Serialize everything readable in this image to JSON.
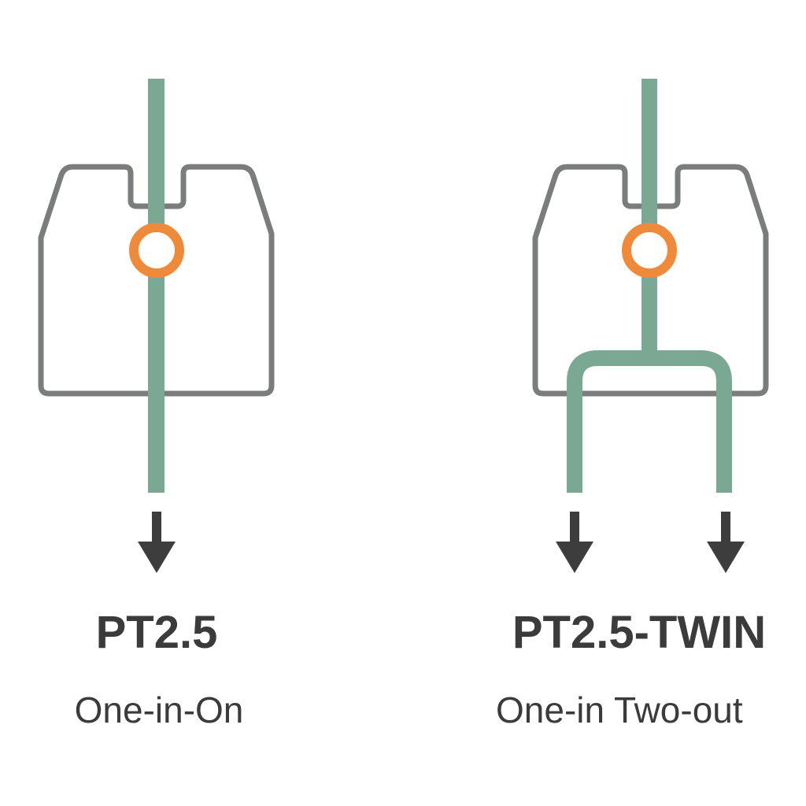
{
  "colors": {
    "outline": "#7a7d7c",
    "wire": "#7aa893",
    "terminal": "#ee8a3a",
    "text": "#3b3b3b"
  },
  "diagrams": [
    {
      "title": "PT2.5",
      "subtitle": "One-in-On",
      "outputs": 1
    },
    {
      "title": "PT2.5-TWIN",
      "subtitle": "One-in Two-out",
      "outputs": 2
    }
  ]
}
